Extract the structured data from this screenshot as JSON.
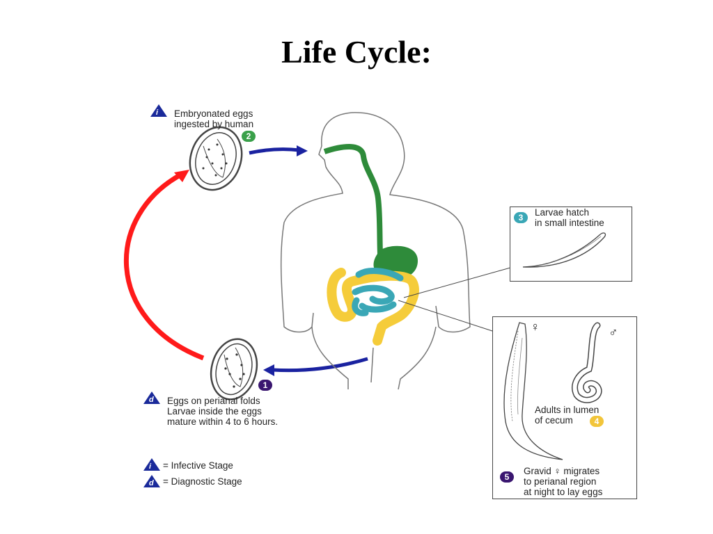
{
  "title": "Life Cycle:",
  "stages": {
    "s2": {
      "lines": [
        "Embryonated eggs",
        "ingested by human"
      ],
      "number": "2",
      "marker": "i",
      "color": "#3aa04a"
    },
    "s3": {
      "lines": [
        "Larvae hatch",
        "in small intestine"
      ],
      "number": "3",
      "color": "#3aa7b6"
    },
    "s4": {
      "lines": [
        "Adults in lumen",
        "of cecum"
      ],
      "number": "4",
      "color": "#f2c53a"
    },
    "s5": {
      "lines": [
        "Gravid ♀ migrates",
        "to perianal region",
        "at night to lay eggs"
      ],
      "number": "5",
      "color": "#3a1670"
    },
    "s1": {
      "lines": [
        "Eggs on perianal folds",
        "Larvae inside the eggs",
        "mature within 4 to 6 hours."
      ],
      "number": "1",
      "marker": "d",
      "color": "#3a1670"
    }
  },
  "legend": [
    {
      "marker": "i",
      "text": "= Infective Stage"
    },
    {
      "marker": "d",
      "text": "= Diagnostic Stage"
    }
  ],
  "sex_symbols": {
    "female": "♀",
    "male": "♂"
  },
  "colors": {
    "red_arrow": "#ff1a1a",
    "blue_arrow": "#1a22a0",
    "gut_green": "#2e8b3a",
    "colon_yellow": "#f5cc3a",
    "intestine_teal": "#3aa7b6",
    "marker_blue": "#1a2a9a"
  }
}
